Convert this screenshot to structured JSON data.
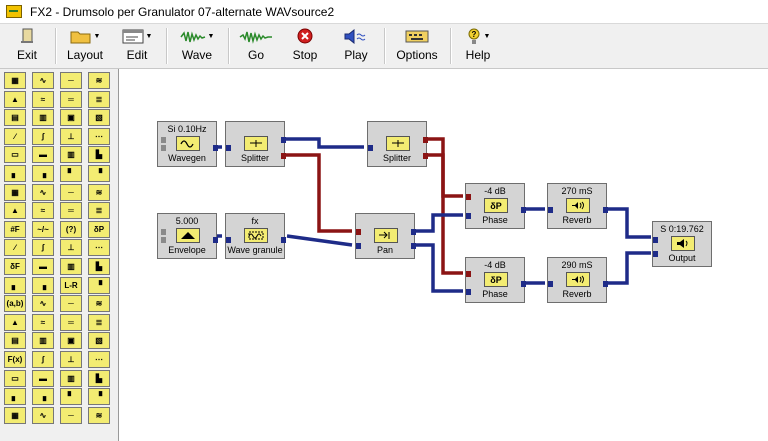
{
  "window": {
    "title": "FX2 - Drumsolo per Granulator 07-alternate WAVsource2"
  },
  "toolbar": {
    "exit": "Exit",
    "layout": "Layout",
    "edit": "Edit",
    "wave": "Wave",
    "go": "Go",
    "stop": "Stop",
    "play": "Play",
    "options": "Options",
    "help": "Help"
  },
  "palette": {
    "rows": [
      [
        "",
        "",
        "",
        ""
      ],
      [
        "",
        "",
        "",
        ""
      ],
      [
        "",
        "",
        "",
        ""
      ],
      [
        "",
        "",
        "",
        ""
      ],
      [
        "",
        "",
        "",
        ""
      ],
      [
        "",
        "",
        "",
        ""
      ],
      [
        "",
        "",
        "",
        ""
      ],
      [
        "",
        "",
        "",
        ""
      ],
      [
        "",
        "",
        "",
        ""
      ],
      [
        "",
        "",
        "",
        ""
      ],
      [
        "",
        "",
        "",
        ""
      ],
      [
        "",
        "",
        "L-R",
        ""
      ],
      [
        "(a,b)",
        "",
        "",
        ""
      ],
      [
        "",
        "",
        "",
        ""
      ],
      [
        "",
        "",
        "",
        ""
      ],
      [
        "F(x)",
        "",
        "",
        ""
      ],
      [
        "",
        "",
        "",
        ""
      ],
      [
        "",
        "",
        "",
        ""
      ],
      [
        "",
        "",
        "",
        ""
      ]
    ],
    "special": {
      "r8c0": "#F",
      "r8c1": "~/~",
      "r8c2": "(?)",
      "r8c3": "δP",
      "r10c0": "δF"
    }
  },
  "modules": {
    "wavegen": {
      "top": "Si 0.10Hz",
      "label": "Wavegen",
      "icon": "sine-wave-icon"
    },
    "splitter1": {
      "top": "",
      "label": "Splitter",
      "icon": "splitter-icon"
    },
    "splitter2": {
      "top": "",
      "label": "Splitter",
      "icon": "splitter-icon"
    },
    "envelope": {
      "top": "5.000",
      "label": "Envelope",
      "icon": "envelope-icon"
    },
    "granule": {
      "top": "fx",
      "label": "Wave granule",
      "icon": "granule-icon"
    },
    "pan": {
      "top": "",
      "label": "Pan",
      "icon": "pan-icon"
    },
    "phase1": {
      "top": "-4 dB",
      "label": "Phase",
      "icon": "δP"
    },
    "reverb1": {
      "top": "270 mS",
      "label": "Reverb",
      "icon": "reverb-icon"
    },
    "phase2": {
      "top": "-4 dB",
      "label": "Phase",
      "icon": "δP"
    },
    "reverb2": {
      "top": "290 mS",
      "label": "Reverb",
      "icon": "reverb-icon"
    },
    "output": {
      "top": "S 0:19.762",
      "label": "Output",
      "icon": "speaker-icon"
    }
  },
  "colors": {
    "wire_blue": "#1e2b88",
    "wire_red": "#8b1414",
    "module_bg": "#d4d4d4",
    "icon_yellow": "#f3ec72"
  }
}
